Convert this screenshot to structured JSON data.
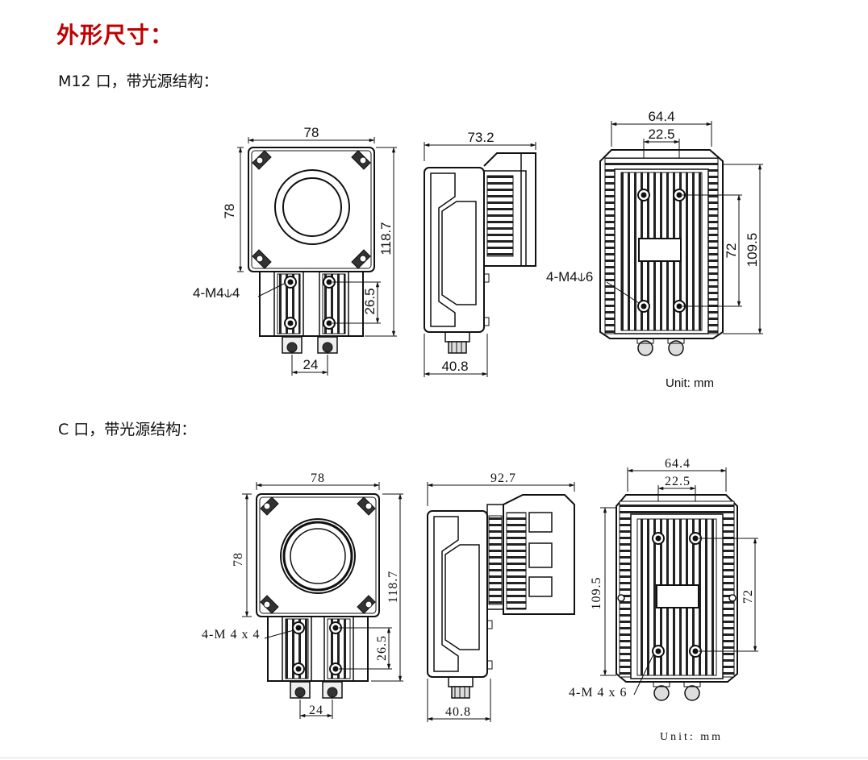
{
  "title": "外形尺寸：",
  "sections": [
    {
      "heading": "M12 口，带光源结构：",
      "front": {
        "width": "78",
        "height": "78",
        "total_height": "118.7",
        "bracket": "26.5",
        "connector_spacing": "24",
        "holes": "4-M4⫝4"
      },
      "side": {
        "depth": "73.2",
        "base": "40.8"
      },
      "back": {
        "width": "64.4",
        "hole_spacing_x": "22.5",
        "hole_spacing_y": "72",
        "height": "109.5",
        "holes": "4-M4⫝6"
      },
      "unit": "Unit: mm"
    },
    {
      "heading": "C 口，带光源结构：",
      "front": {
        "width": "78",
        "height": "78",
        "total_height": "118.7",
        "bracket": "26.5",
        "connector_spacing": "24",
        "holes": "4-M 4 x 4"
      },
      "side": {
        "depth": "92.7",
        "base": "40.8"
      },
      "back": {
        "width": "64.4",
        "hole_spacing_x": "22.5",
        "hole_spacing_y": "72",
        "height": "109.5",
        "holes": "4-M 4 x 6"
      },
      "unit": "Unit: mm"
    }
  ]
}
